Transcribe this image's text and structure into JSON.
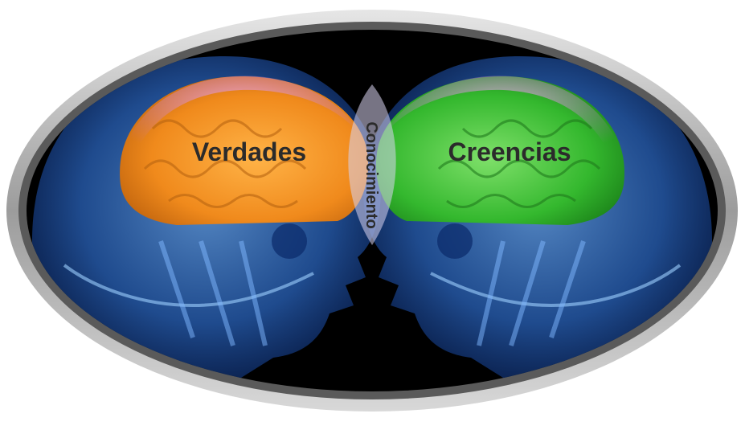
{
  "labels": {
    "left": "Verdades",
    "right": "Creencias",
    "center": "Conocimiento"
  },
  "colors": {
    "frame": "#b9b9b9",
    "background": "#000000",
    "skull": "#3a7fd6",
    "left_brain": "#f39a2a",
    "right_brain": "#3fc23a",
    "overlap": "#c9c6e6"
  },
  "icons": [
    "left-head-icon",
    "right-head-icon",
    "left-brain-icon",
    "right-brain-icon"
  ]
}
